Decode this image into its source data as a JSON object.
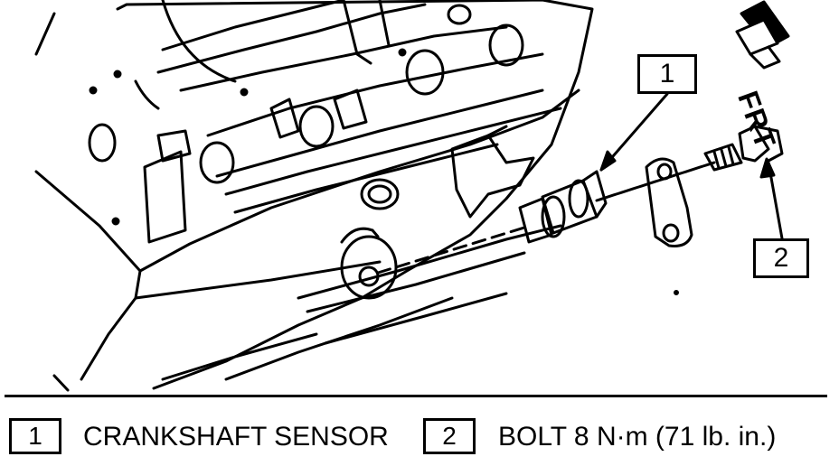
{
  "callouts": [
    {
      "number": "1"
    },
    {
      "number": "2"
    }
  ],
  "direction_label": "FRT",
  "legend": [
    {
      "number": "1",
      "text": "CRANKSHAFT SENSOR"
    },
    {
      "number": "2",
      "text": "BOLT 8 N·m (71 lb. in.)"
    }
  ],
  "colors": {
    "line": "#000000",
    "background": "#ffffff"
  }
}
